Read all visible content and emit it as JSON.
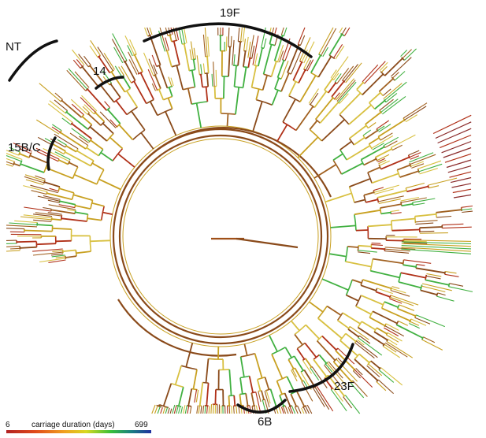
{
  "figure": {
    "clades": [
      {
        "id": "nt",
        "label": "NT"
      },
      {
        "id": "c14",
        "label": "14"
      },
      {
        "id": "c19f",
        "label": "19F"
      },
      {
        "id": "c15bc",
        "label": "15B/C"
      },
      {
        "id": "c23f",
        "label": "23F"
      },
      {
        "id": "c6b",
        "label": "6B"
      }
    ],
    "legend": {
      "min": "6",
      "max": "699",
      "title": "carriage duration (days)",
      "colors": [
        "#b22222",
        "#e04a1a",
        "#f0a020",
        "#d8d820",
        "#38c038",
        "#1a8080",
        "#2030a0"
      ]
    },
    "branch_colors": [
      "#8a4a1a",
      "#b03018",
      "#c8a020",
      "#d8c040",
      "#40b040",
      "#a06020"
    ]
  }
}
